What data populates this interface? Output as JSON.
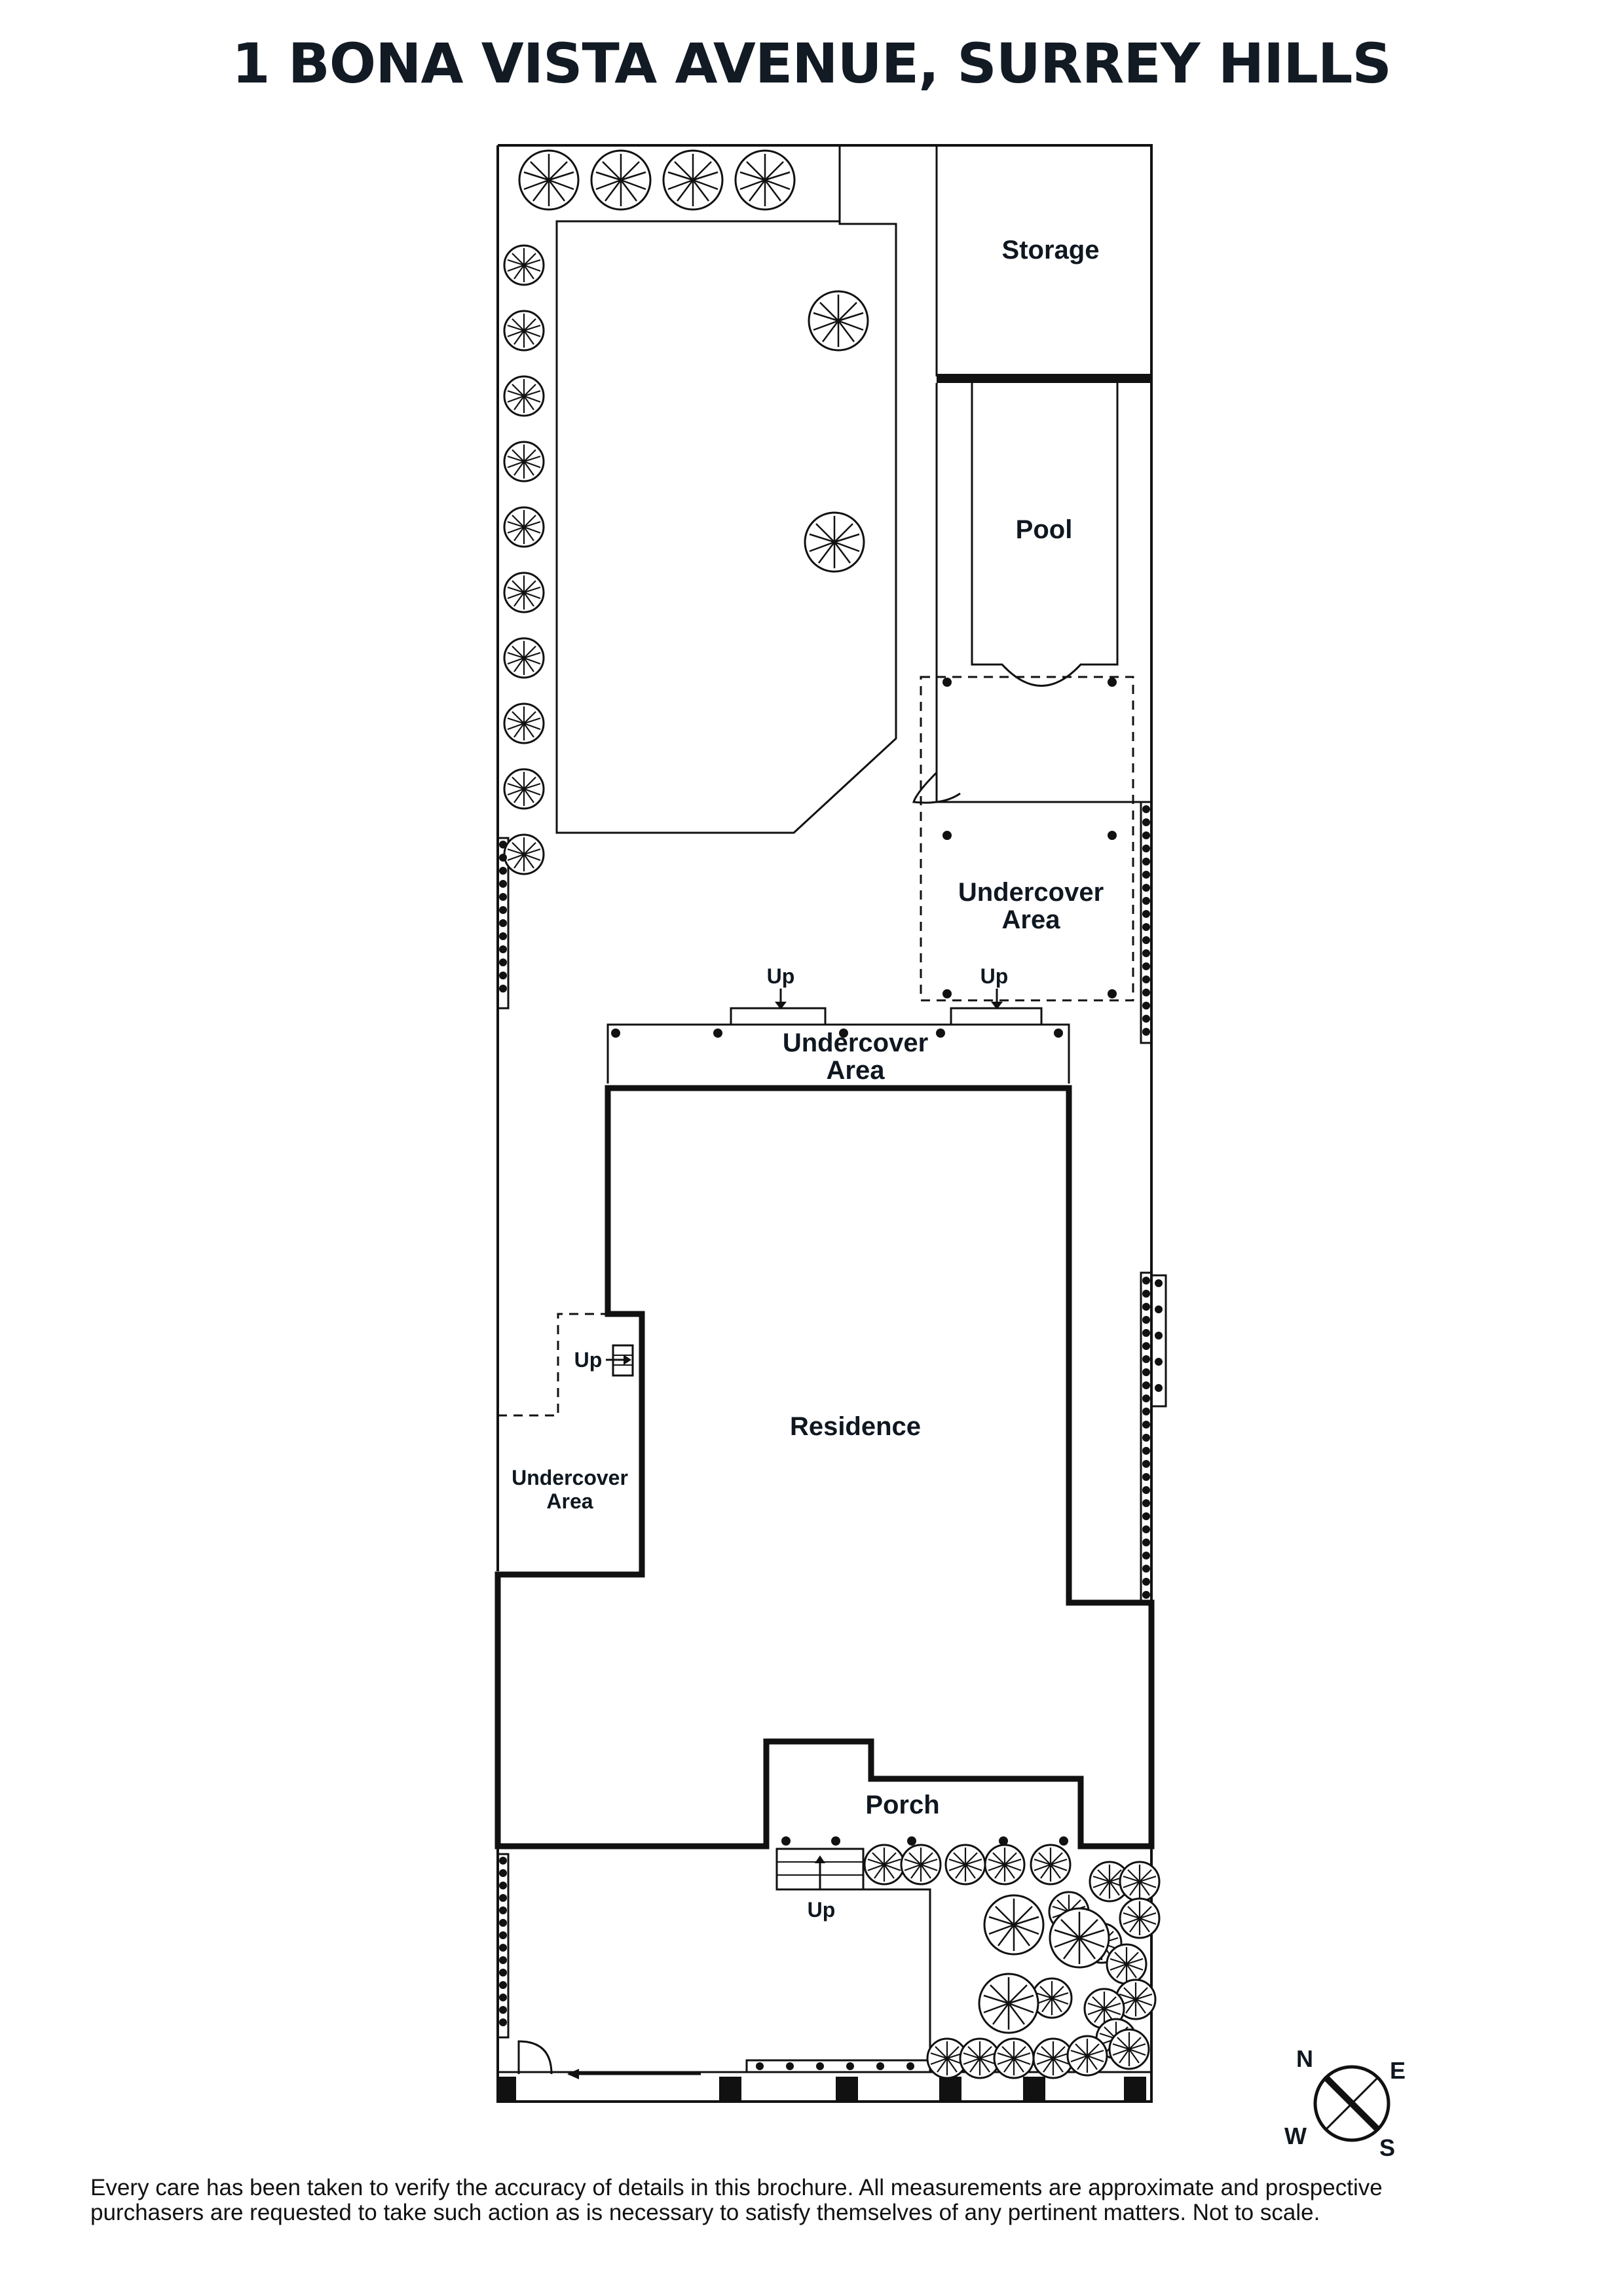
{
  "title": "1 BONA VISTA AVENUE, SURREY HILLS",
  "rooms": {
    "storage": "Storage",
    "pool": "Pool",
    "undercover_rear_line1": "Undercover",
    "undercover_rear_line2": "Area",
    "undercover_mid_line1": "Undercover",
    "undercover_mid_line2": "Area",
    "undercover_side_line1": "Undercover",
    "undercover_side_line2": "Area",
    "residence": "Residence",
    "porch": "Porch"
  },
  "stairs": {
    "up_rear_left": "Up",
    "up_rear_right": "Up",
    "up_side": "Up",
    "up_front": "Up"
  },
  "compass": {
    "n": "N",
    "e": "E",
    "s": "S",
    "w": "W"
  },
  "disclaimer": {
    "line1": "Every care has been taken to verify the accuracy of details in this brochure. All measurements are approximate and prospective",
    "line2": "purchasers are requested to take such action as is necessary to satisfy themselves of any pertinent matters. Not to scale."
  },
  "colors": {
    "ink": "#0f1720",
    "background": "#ffffff"
  }
}
